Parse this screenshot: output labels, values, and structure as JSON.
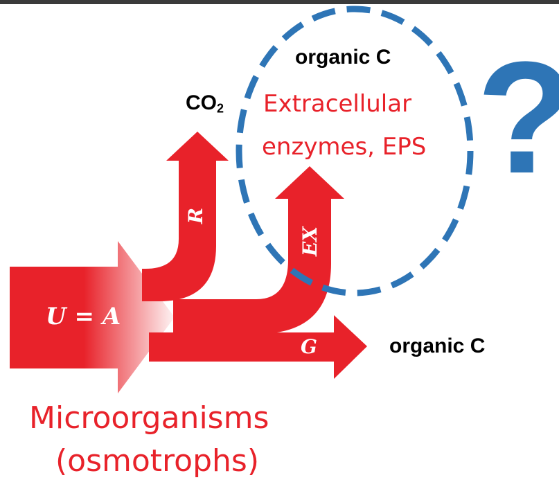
{
  "labels": {
    "co2_main": "CO",
    "co2_sub": "2",
    "organic_c_top": "organic C",
    "organic_c_right": "organic C",
    "extracellular_line1": "Extracellular",
    "extracellular_line2": "enzymes, EPS",
    "microorganisms": "Microorganisms",
    "osmotrophs": "(osmotrophs)",
    "question_mark": "?"
  },
  "fluxes": {
    "uptake": "U = A",
    "respiration": "R",
    "exudation": "EX",
    "growth": "G"
  },
  "colors": {
    "flow_red": "#e8222a",
    "dashed_blue": "#2e75b6",
    "text_black": "#000000"
  }
}
